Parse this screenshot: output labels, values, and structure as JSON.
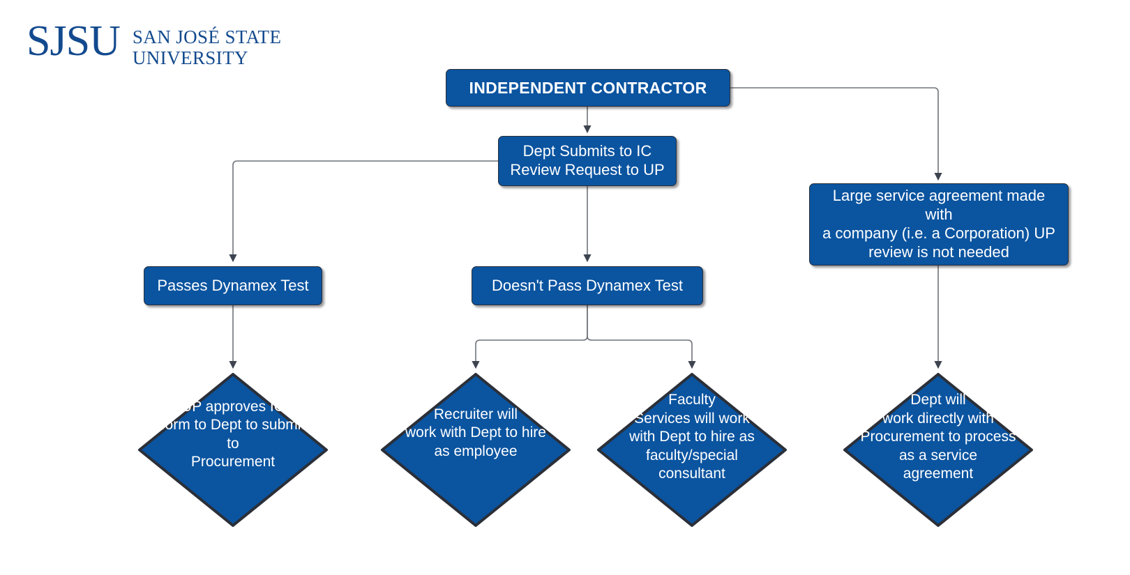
{
  "logo": {
    "mark": "SJSU",
    "wordmark": "SAN JOSÉ STATE\nUNIVERSITY",
    "color": "#134a8e"
  },
  "theme": {
    "node_fill": "#0a54a0",
    "node_border": "#2b2f38",
    "node_text": "#ffffff",
    "connector": "#6f7378",
    "arrowhead": "#3d4450",
    "background": "#ffffff"
  },
  "diagram": {
    "type": "flowchart",
    "title": "INDEPENDENT CONTRACTOR",
    "nodes": [
      {
        "id": "independent-contractor",
        "shape": "rounded-rectangle",
        "emphasis": "bold",
        "label": "INDEPENDENT CONTRACTOR"
      },
      {
        "id": "dept-submits",
        "shape": "rounded-rectangle",
        "emphasis": "normal",
        "label": "Dept Submits to IC\nReview Request to UP"
      },
      {
        "id": "large-service-agreement",
        "shape": "rounded-rectangle",
        "emphasis": "normal",
        "label": "Large service agreement made with\na company (i.e. a Corporation) UP\nreview is not needed"
      },
      {
        "id": "passes-dynamex",
        "shape": "rounded-rectangle",
        "emphasis": "normal",
        "label": "Passes Dynamex Test"
      },
      {
        "id": "fails-dynamex",
        "shape": "rounded-rectangle",
        "emphasis": "normal",
        "label": "Doesn't Pass Dynamex Test"
      },
      {
        "id": "up-approves",
        "shape": "diamond",
        "label": "UP approves IC\nform to Dept to submit to\nProcurement"
      },
      {
        "id": "recruiter",
        "shape": "diamond",
        "label": "Recruiter will\nwork with Dept to hire\nas employee"
      },
      {
        "id": "faculty-services",
        "shape": "diamond",
        "label": "Faculty\nServices will work\nwith Dept to hire as\nfaculty/special\nconsultant"
      },
      {
        "id": "dept-procurement",
        "shape": "diamond",
        "label": "Dept will\nwork directly with\nProcurement to process\nas a service\nagreement"
      }
    ],
    "edges": [
      {
        "from": "independent-contractor",
        "to": "dept-submits"
      },
      {
        "from": "independent-contractor",
        "to": "large-service-agreement"
      },
      {
        "from": "dept-submits",
        "to": "passes-dynamex"
      },
      {
        "from": "dept-submits",
        "to": "fails-dynamex"
      },
      {
        "from": "passes-dynamex",
        "to": "up-approves"
      },
      {
        "from": "fails-dynamex",
        "to": "recruiter"
      },
      {
        "from": "fails-dynamex",
        "to": "faculty-services"
      },
      {
        "from": "large-service-agreement",
        "to": "dept-procurement"
      }
    ]
  }
}
